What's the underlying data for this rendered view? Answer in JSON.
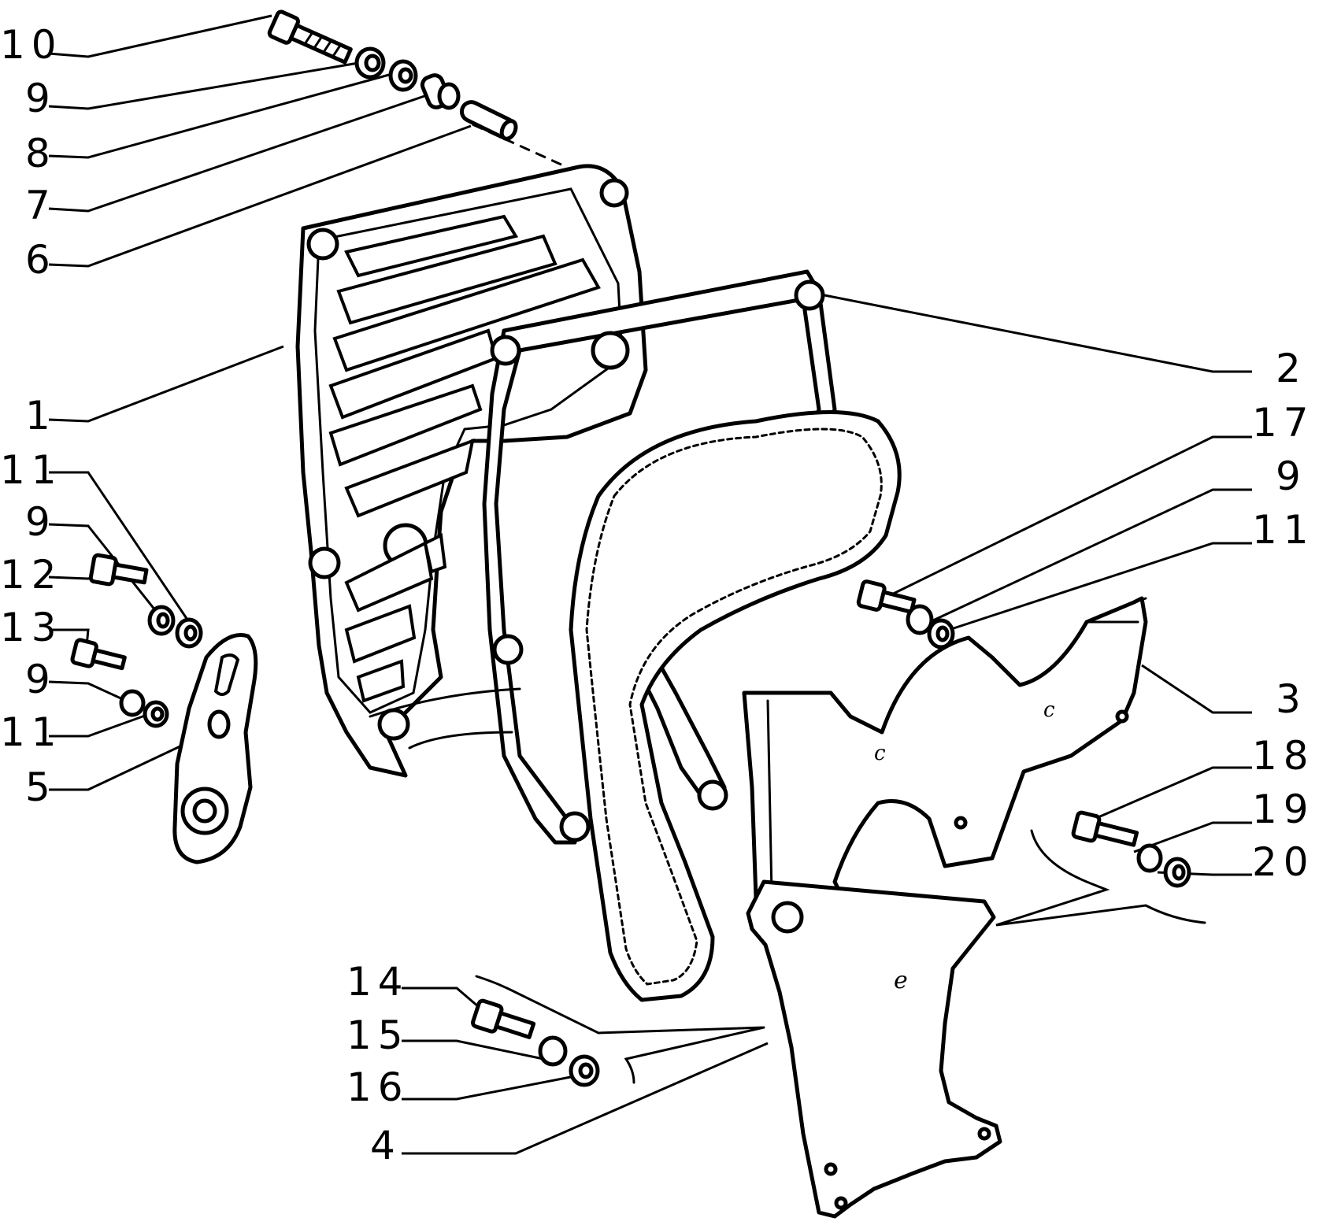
{
  "callouts": {
    "left": [
      "10",
      "9",
      "8",
      "7",
      "6",
      "1",
      "11",
      "9",
      "12",
      "13",
      "9",
      "11",
      "5"
    ],
    "right": [
      "2",
      "17",
      "9",
      "11",
      "3",
      "18",
      "19",
      "20"
    ],
    "bottom": [
      "14",
      "15",
      "16",
      "4"
    ]
  }
}
